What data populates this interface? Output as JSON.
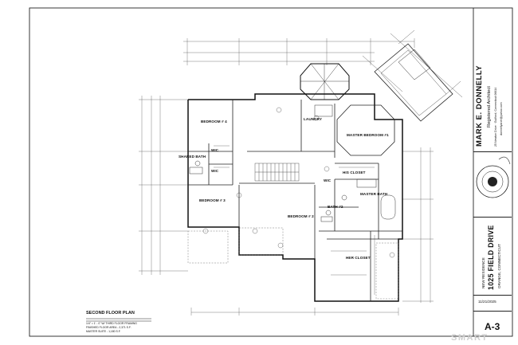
{
  "architect": {
    "name": "MARK E. DONNELLY",
    "role": "Registered Architect",
    "address": "25 Newton Drive · Guilford, Connecticut 06614",
    "email": "donnellyarch@yahoo.com",
    "seal_text": "MARK E. DONNELLY · REGISTERED ARCHITECT · STATE OF CONNECTICUT"
  },
  "project": {
    "type": "NEW RESIDENCE",
    "address": "1025 FIELD DRIVE",
    "town": "ORANGE, CONNECTICUT"
  },
  "sheet": {
    "date": "11/21/2025",
    "number": "A-3"
  },
  "drawing": {
    "title": "SECOND FLOOR PLAN",
    "scale": "1/4\" = 1' - 0\"  W/ THIRD FLOOR FRAMING",
    "area_line": "FINISHED FLOOR AREA - 2,371 S.F.",
    "suite_line": "MASTER SUITE - 1,180 S.F."
  },
  "rooms": {
    "bedroom4": "BEDROOM # 4",
    "bedroom3": "BEDROOM # 3",
    "bedroom2": "BEDROOM # 2",
    "master_bedroom": "MASTER BEDROOM #1",
    "laundry": "LAUNDRY",
    "shared_bath": "SHARED BATH",
    "wic1": "WIC",
    "wic2": "WIC",
    "wic3": "WIC",
    "his_closet": "HIS CLOSET",
    "her_closet": "HER CLOSET",
    "master_bath": "MASTER BATH",
    "bath2": "BATH #2"
  },
  "watermark": "SMART"
}
